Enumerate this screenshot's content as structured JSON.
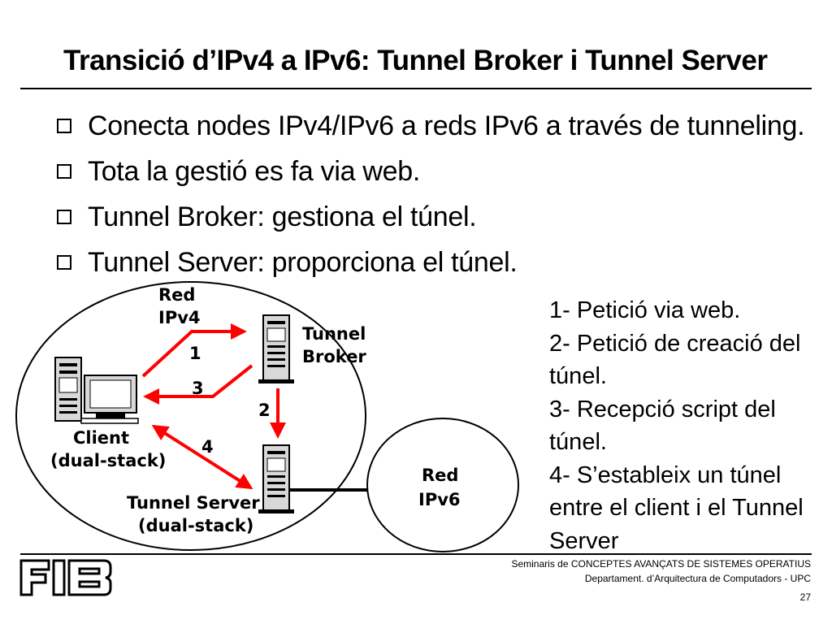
{
  "title": "Transició d’IPv4 a IPv6: Tunnel Broker i Tunnel Server",
  "bullets": [
    "Conecta nodes IPv4/IPv6 a reds IPv6 a través de tunneling.",
    "Tota la gestió es fa via web.",
    "Tunnel Broker: gestiona el túnel.",
    "Tunnel Server: proporciona el túnel."
  ],
  "diagram": {
    "ipv4_label_line1": "Red",
    "ipv4_label_line2": "IPv4",
    "broker_label_line1": "Tunnel",
    "broker_label_line2": "Broker",
    "client_label_line1": "Client",
    "client_label_line2": "(dual-stack)",
    "server_label_line1": "Tunnel Server",
    "server_label_line2": "(dual-stack)",
    "ipv6_label_line1": "Red",
    "ipv6_label_line2": "IPv6",
    "arrow_labels": [
      "1",
      "2",
      "3",
      "4"
    ],
    "arrow_color": "#ff0000"
  },
  "steps": [
    "1- Petició via web.",
    "2- Petició de creació del",
    "túnel.",
    "3- Recepció script del",
    "túnel.",
    "4- S’estableix un túnel",
    "entre el client i el Tunnel",
    "Server"
  ],
  "logo_text": "FIB",
  "footer": {
    "line1": "Seminaris de CONCEPTES AVANÇATS DE SISTEMES OPERATIUS",
    "line2": "Departament.  d’Arquitectura de Computadors - UPC",
    "page": "27"
  }
}
